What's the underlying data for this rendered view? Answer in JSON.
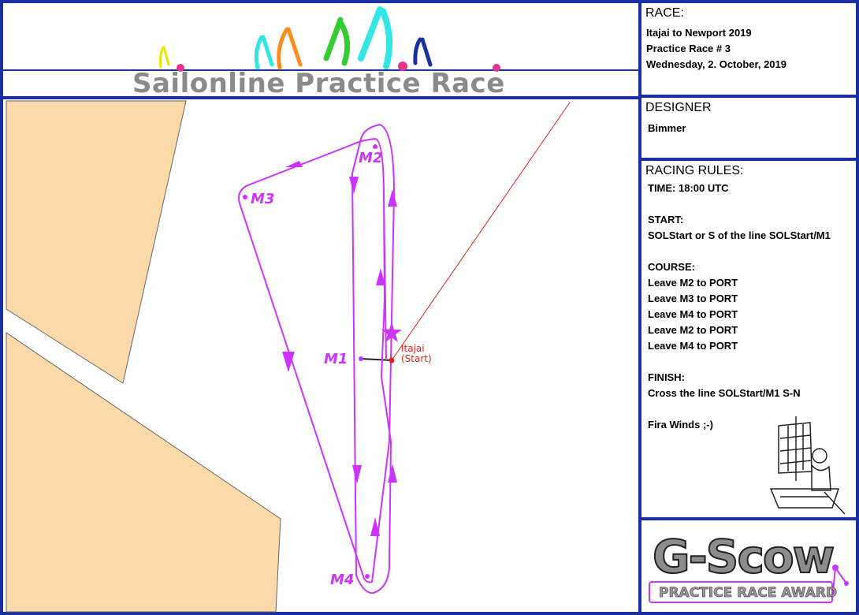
{
  "banner": {
    "title": "Sailonline Practice Race"
  },
  "race_panel": {
    "heading": "RACE:",
    "lines": [
      "Itajai to Newport 2019",
      "Practice Race # 3",
      "Wednesday, 2. October, 2019"
    ]
  },
  "designer_panel": {
    "heading": "DESIGNER",
    "name": "Bimmer"
  },
  "rules_panel": {
    "heading": "RACING RULES:",
    "lines": [
      "TIME:  18:00 UTC",
      "",
      "START:",
      "SOLStart or S of the line SOLStart/M1",
      "",
      "COURSE:",
      "Leave M2 to PORT",
      "Leave M3 to PORT",
      "Leave M4 to PORT",
      "Leave M2 to PORT",
      "Leave M4 to PORT",
      "",
      "FINISH:",
      "Cross the line SOLStart/M1 S-N",
      "",
      "Fira Winds ;-)"
    ]
  },
  "award": {
    "title": "G-Scow",
    "subtitle": "PRACTICE RACE AWARD"
  },
  "map": {
    "marks": [
      {
        "id": "M1",
        "label": "M1"
      },
      {
        "id": "M2",
        "label": "M2"
      },
      {
        "id": "M3",
        "label": "M3"
      },
      {
        "id": "M4",
        "label": "M4"
      }
    ],
    "start": {
      "name": "Itajai",
      "note": "(Start)"
    }
  },
  "colors": {
    "border": "#1a2fa0",
    "land": "#fcd9a8",
    "route": "#cc33ff",
    "start": "#e02020",
    "banner_text": "#8a8a8a"
  }
}
